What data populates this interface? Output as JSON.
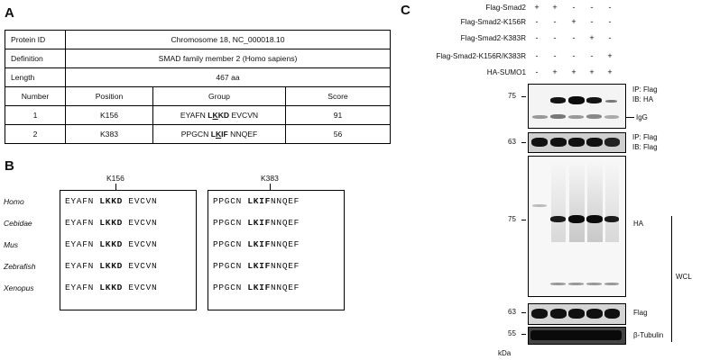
{
  "panels": {
    "a": "A",
    "b": "B",
    "c": "C"
  },
  "panel_a": {
    "protein_id_label": "Protein ID",
    "protein_id_value": "Chromosome 18, NC_000018.10",
    "definition_label": "Definition",
    "definition_value": "SMAD family member 2 (Homo sapiens)",
    "length_label": "Length",
    "length_value": "467 aa",
    "headers": [
      "Number",
      "Position",
      "Group",
      "Score"
    ],
    "rows": [
      {
        "number": "1",
        "position": "K156",
        "group_pre": "EYAFN ",
        "group_lk": "L",
        "group_k": "K",
        "group_post1": "KD",
        "group_post2": " EVCVN",
        "score": "91"
      },
      {
        "number": "2",
        "position": "K383",
        "group_pre": "PPGCN ",
        "group_lk": "L",
        "group_k": "K",
        "group_post1": "IF",
        "group_post2": " NNQEF",
        "score": "56"
      }
    ]
  },
  "panel_b": {
    "site1": "K156",
    "site2": "K383",
    "species": [
      "Homo",
      "Cebidae",
      "Mus",
      "Zebrafish",
      "Xenopus"
    ],
    "seq1_pre": "EYAFN ",
    "seq1_motif": "LKKD",
    "seq1_post": " EVCVN",
    "seq2_pre": "PPGCN ",
    "seq2_motif": "LKIF",
    "seq2_post": "NNQEF"
  },
  "panel_c": {
    "rows": [
      {
        "label": "Flag-Smad2",
        "signs": [
          "+",
          "+",
          "-",
          "-",
          "-"
        ]
      },
      {
        "label": "Flag-Smad2-K156R",
        "signs": [
          "-",
          "-",
          "+",
          "-",
          "-"
        ]
      },
      {
        "label": "Flag-Smad2-K383R",
        "signs": [
          "-",
          "-",
          "-",
          "+",
          "-"
        ]
      },
      {
        "label": "Flag-Smad2-K156R/K383R",
        "signs": [
          "-",
          "-",
          "-",
          "-",
          "+"
        ]
      },
      {
        "label": "HA-SUMO1",
        "signs": [
          "-",
          "+",
          "+",
          "+",
          "+"
        ]
      }
    ],
    "mw_75a": "75",
    "mw_63a": "63",
    "mw_75b": "75",
    "mw_63b": "63",
    "mw_55": "55",
    "kda": "kDa",
    "ip_flag_1": "IP: Flag",
    "ib_ha": "IB: HA",
    "igg": "IgG",
    "ip_flag_2": "IP: Flag",
    "ib_flag": "IB: Flag",
    "ha": "HA",
    "wcl": "WCL",
    "flag": "Flag",
    "tubulin": "β-Tubulin"
  }
}
